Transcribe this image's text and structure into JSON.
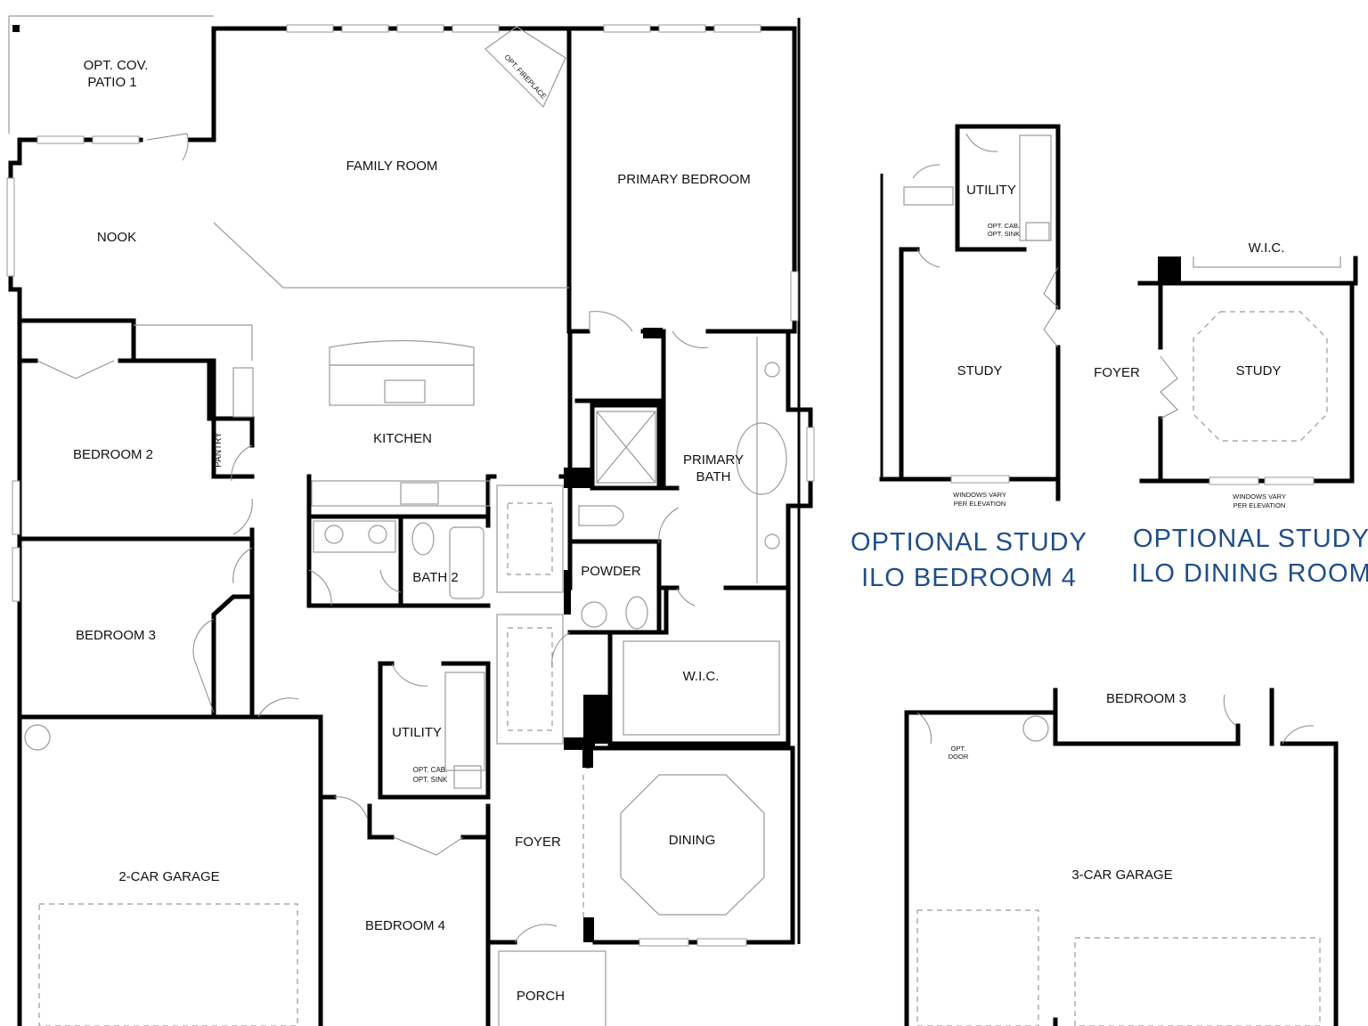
{
  "rooms": {
    "opt_cov_patio": [
      "OPT. COV.",
      "PATIO 1"
    ],
    "family_room": "FAMILY ROOM",
    "opt_fireplace": "OPT. FIREPLACE",
    "primary_bedroom": "PRIMARY BEDROOM",
    "nook": "NOOK",
    "kitchen": "KITCHEN",
    "pantry": "PANTRY",
    "bedroom_2": "BEDROOM 2",
    "bedroom_3": "BEDROOM 3",
    "bath_2": "BATH 2",
    "primary_bath": [
      "PRIMARY",
      "BATH"
    ],
    "powder": "POWDER",
    "wic": "W.I.C.",
    "utility": "UTILITY",
    "opt_cab_sink": [
      "OPT. CAB.",
      "OPT. SINK"
    ],
    "foyer": "FOYER",
    "dining": "DINING",
    "two_car_garage": "2-CAR GARAGE",
    "bedroom_4": "BEDROOM 4",
    "porch": "PORCH"
  },
  "option_study_bedroom4": {
    "title_lines": [
      "OPTIONAL STUDY",
      "ILO BEDROOM 4"
    ],
    "utility": "UTILITY",
    "opt_cab_sink": [
      "OPT. CAB.",
      "OPT. SINK"
    ],
    "study": "STUDY",
    "windows_note": [
      "WINDOWS VARY",
      "PER ELEVATION"
    ]
  },
  "option_study_dining": {
    "title_lines": [
      "OPTIONAL STUDY",
      "ILO DINING ROOM"
    ],
    "wic": "W.I.C.",
    "foyer": "FOYER",
    "study": "STUDY",
    "windows_note": [
      "WINDOWS VARY",
      "PER ELEVATION"
    ]
  },
  "option_3car_garage": {
    "bedroom_3": "BEDROOM 3",
    "opt_door": [
      "OPT.",
      "DOOR"
    ],
    "garage": "3-CAR GARAGE"
  },
  "colors": {
    "walls": "#000000",
    "fixtures": "#9a9a9a",
    "option_title": "#1f4e89"
  }
}
